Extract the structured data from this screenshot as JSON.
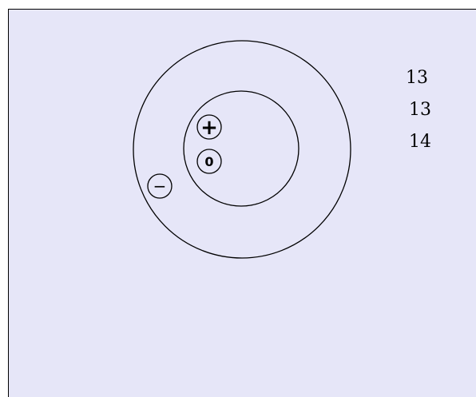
{
  "diagram": {
    "background_color": "#e6e6f8",
    "stroke_color": "#000000",
    "particles": {
      "proton_symbol": "+",
      "neutron_symbol": "0",
      "electron_symbol": "−"
    },
    "numbers": [
      "13",
      "13",
      "14"
    ]
  }
}
